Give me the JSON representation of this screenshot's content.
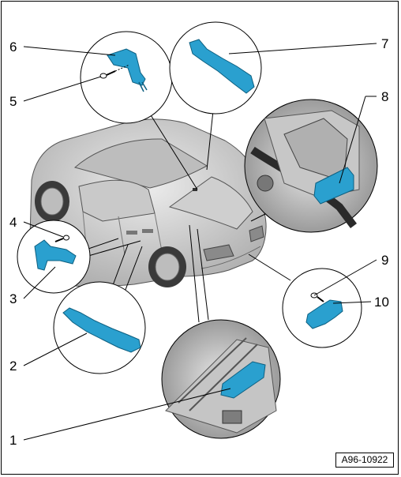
{
  "callouts": {
    "c1": "1",
    "c2": "2",
    "c3": "3",
    "c4": "4",
    "c5": "5",
    "c6": "6",
    "c7": "7",
    "c8": "8",
    "c9": "9",
    "c10": "10"
  },
  "reference_code": "A96-10922",
  "colors": {
    "part_highlight": "#2aa0cf",
    "outline": "#000000",
    "car_body": "#d6d6d6"
  }
}
